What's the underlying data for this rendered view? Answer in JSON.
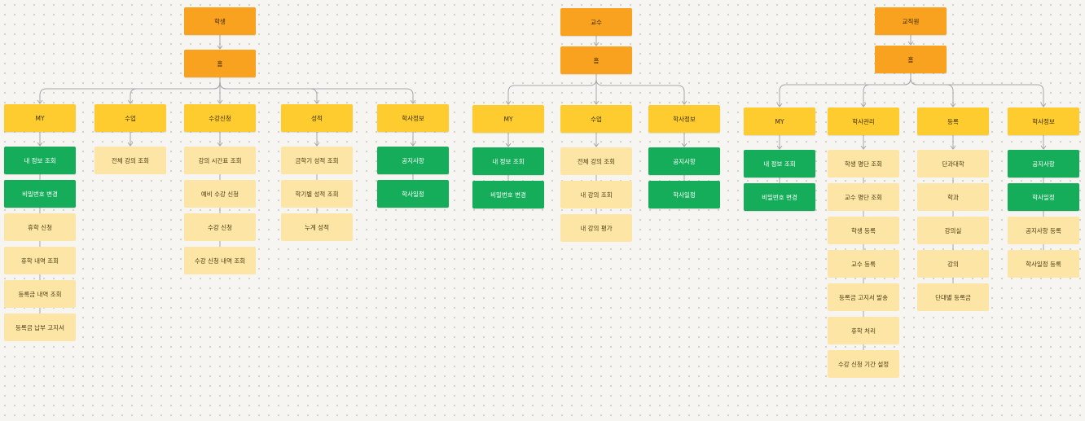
{
  "diagram": {
    "colors": {
      "root": "#f9a21f",
      "home": "#f9a21f",
      "category": "#ffcc2f",
      "item_green": "#15ad5a",
      "item_pale": "#fde6a5",
      "connector": "#a7a7a7"
    },
    "trees": [
      {
        "root": "학생",
        "home": "홈",
        "categories": [
          {
            "label": "MY",
            "items": [
              {
                "label": "내 정보 조회",
                "style": "green"
              },
              {
                "label": "비밀번호 변경",
                "style": "green"
              },
              {
                "label": "휴학 신청",
                "style": "pale"
              },
              {
                "label": "휴학 내역 조회",
                "style": "pale"
              },
              {
                "label": "등록금 내역 조회",
                "style": "pale"
              },
              {
                "label": "등록금 납부 고지서",
                "style": "pale"
              }
            ]
          },
          {
            "label": "수업",
            "items": [
              {
                "label": "전체 강의 조회",
                "style": "pale"
              }
            ]
          },
          {
            "label": "수강신청",
            "items": [
              {
                "label": "강의 시간표 조회",
                "style": "pale"
              },
              {
                "label": "예비 수강 신청",
                "style": "pale"
              },
              {
                "label": "수강 신청",
                "style": "pale"
              },
              {
                "label": "수강 신청 내역 조회",
                "style": "pale"
              }
            ]
          },
          {
            "label": "성적",
            "items": [
              {
                "label": "금학기 성적 조회",
                "style": "pale"
              },
              {
                "label": "학기별 성적 조회",
                "style": "pale"
              },
              {
                "label": "누계 성적",
                "style": "pale"
              }
            ]
          },
          {
            "label": "학사정보",
            "items": [
              {
                "label": "공지사항",
                "style": "green"
              },
              {
                "label": "학사일정",
                "style": "green"
              }
            ]
          }
        ]
      },
      {
        "root": "교수",
        "home": "홈",
        "categories": [
          {
            "label": "MY",
            "items": [
              {
                "label": "내 정보 조회",
                "style": "green"
              },
              {
                "label": "비밀번호 변경",
                "style": "green"
              }
            ]
          },
          {
            "label": "수업",
            "items": [
              {
                "label": "전체 강의 조회",
                "style": "pale"
              },
              {
                "label": "내 강의 조회",
                "style": "pale"
              },
              {
                "label": "내 강의 평가",
                "style": "pale"
              }
            ]
          },
          {
            "label": "학사정보",
            "items": [
              {
                "label": "공지사항",
                "style": "green"
              },
              {
                "label": "학사일정",
                "style": "green"
              }
            ]
          }
        ]
      },
      {
        "root": "교직원",
        "home": "홈",
        "categories": [
          {
            "label": "MY",
            "items": [
              {
                "label": "내 정보 조회",
                "style": "green"
              },
              {
                "label": "비밀번호 변경",
                "style": "green"
              }
            ]
          },
          {
            "label": "학사관리",
            "items": [
              {
                "label": "학생 명단 조회",
                "style": "pale"
              },
              {
                "label": "교수 명단 조회",
                "style": "pale"
              },
              {
                "label": "학생 등록",
                "style": "pale"
              },
              {
                "label": "교수 등록",
                "style": "pale"
              },
              {
                "label": "등록금 고지서 발송",
                "style": "pale"
              },
              {
                "label": "휴학 처리",
                "style": "pale"
              },
              {
                "label": "수강 신청 기간 설정",
                "style": "pale"
              }
            ]
          },
          {
            "label": "등록",
            "items": [
              {
                "label": "단과대학",
                "style": "pale"
              },
              {
                "label": "학과",
                "style": "pale"
              },
              {
                "label": "강의실",
                "style": "pale"
              },
              {
                "label": "강의",
                "style": "pale"
              },
              {
                "label": "단대별 등록금",
                "style": "pale"
              }
            ]
          },
          {
            "label": "학사정보",
            "items": [
              {
                "label": "공지사항",
                "style": "green"
              },
              {
                "label": "학사일정",
                "style": "green"
              },
              {
                "label": "공지사항 등록",
                "style": "pale"
              },
              {
                "label": "학사일정 등록",
                "style": "pale"
              }
            ]
          }
        ]
      }
    ]
  }
}
